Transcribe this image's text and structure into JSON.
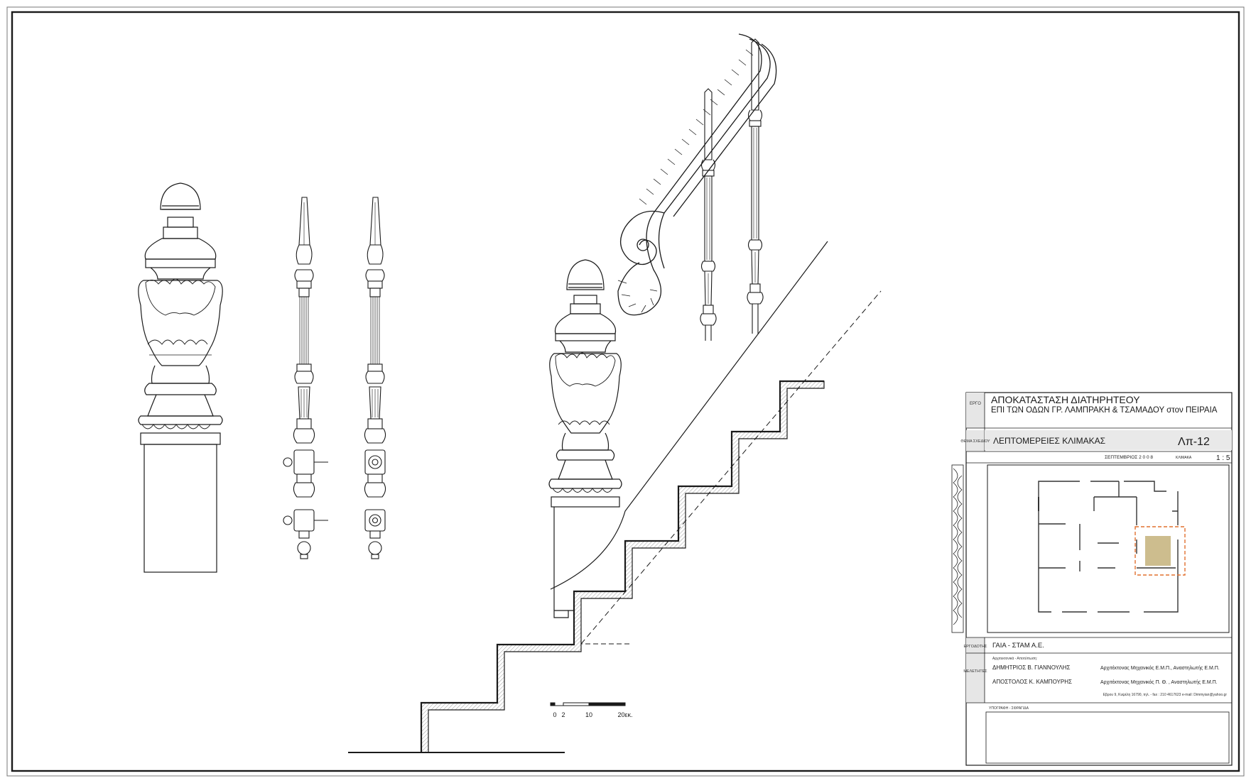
{
  "title_block": {
    "project_label": "ΕΡΓΟ",
    "project_title_1": "ΑΠΟΚΑΤΑΣΤΑΣΗ  ΔΙΑΤΗΡΗΤΕΟΥ",
    "project_title_2": "ΕΠΙ ΤΩΝ ΟΔΩΝ  ΓΡ. ΛΑΜΠΡΑΚΗ & ΤΣΑΜΑΔΟΥ στον ΠΕΙΡΑΙΑ",
    "subject_label": "ΘΕΜΑ ΣΧΕΔΙΟΥ",
    "subject": "ΛΕΠΤΟΜΕΡΕΙΕΣ ΚΛΙΜΑΚΑΣ",
    "sheet_code": "Λπ-12",
    "date": "ΣΕΠΤΕΜΒΡΙΟΣ  2 0 0 8",
    "scale_label": "ΚΛΙΜΑΚΑ",
    "scale": "1 : 5",
    "client_label": "ΕΡΓΟΔΟΤΗΣ",
    "client": "ΓΑΙΑ  -  ΣΤΑΜ  Α.Ε.",
    "designers_label": "ΜΕΛΕΤΗΤΕΣ",
    "designers_heading": "Αρχιτεκτονικά - Αποτύπωση:",
    "designer_1_name": "ΔΗΜΗΤΡΙΟΣ Β. ΓΙΑΝΝΟΥΛΗΣ",
    "designer_1_role": "Αρχιτέκτονας Μηχανικός Ε.Μ.Π., Αναστηλωτής Ε.Μ.Π.",
    "designer_2_name": "ΑΠΟΣΤΟΛΟΣ Κ. ΚΑΜΠΟΥΡΗΣ",
    "designer_2_role": "Αρχιτέκτονας Μηχανικός Π. Θ. , Αναστηλωτής Ε.Μ.Π.",
    "contact": "Εβρου 9, Κυψέλη 16790, τηλ. - fax : 210 4617623  e-mail: Dimmyian@yahoo.gr",
    "signature_label": "ΥΠΟΓΡΑΦΗ - ΣΦΡΑΓΙΔΑ"
  },
  "scale_bar": {
    "ticks": [
      "0",
      "2",
      "10",
      "20εκ."
    ]
  },
  "colors": {
    "line": "#1a1a1a",
    "highlight_fill": "#cdbd8e",
    "highlight_border": "#e2702f",
    "label_cell": "#e6e6e6"
  }
}
